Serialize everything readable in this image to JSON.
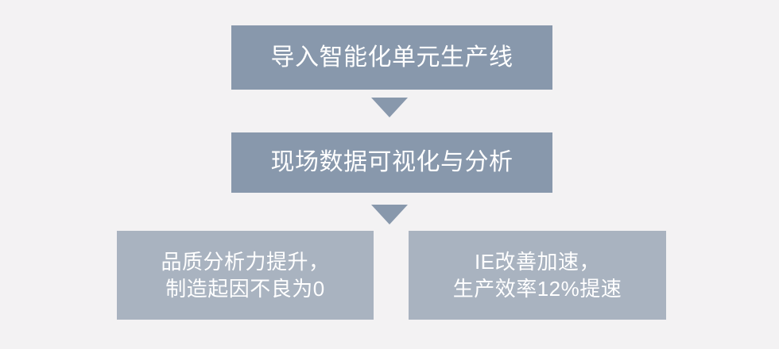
{
  "diagram": {
    "type": "flowchart",
    "orientation": "top-to-bottom",
    "background_color": "#f3f2f3",
    "colors": {
      "process_node": "#8898ac",
      "outcome_node": "#a9b3c0",
      "connector": "#8898ac",
      "node_text": "#ffffff"
    },
    "nodes": [
      {
        "id": "intro",
        "label": "导入智能化单元生产线",
        "role": "process-step-1",
        "fill": "#8898ac"
      },
      {
        "id": "visualize",
        "label": "现场数据可视化与分析",
        "role": "process-step-2",
        "fill": "#8898ac"
      },
      {
        "id": "quality",
        "label": "品质分析力提升，\n制造起因不良为0",
        "role": "outcome-left",
        "fill": "#a9b3c0"
      },
      {
        "id": "efficiency",
        "label": "IE改善加速，\n生产效率12%提速",
        "role": "outcome-right",
        "fill": "#a9b3c0"
      }
    ],
    "connectors": [
      {
        "id": "connector-1",
        "shape": "down-triangle-arrow",
        "from": "intro",
        "to": "visualize"
      },
      {
        "id": "connector-2",
        "shape": "down-triangle-arrow",
        "from": "visualize",
        "to": "quality-and-efficiency"
      }
    ]
  }
}
